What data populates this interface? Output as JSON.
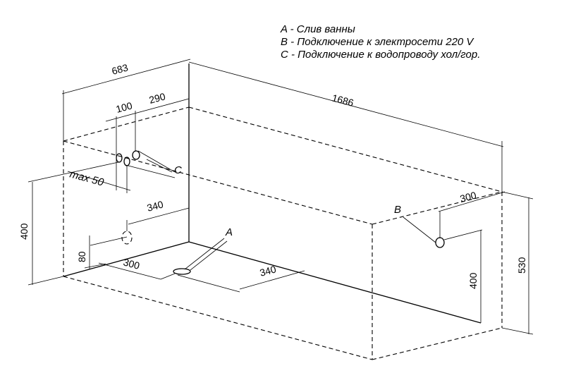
{
  "legend": {
    "a": "A - Слив ванны",
    "b": "B - Подключение к электросети 220 V",
    "c": "C - Подключение к водопроводу хол/гор."
  },
  "dimensions": {
    "width_683": "683",
    "length_1686": "1686",
    "d100": "100",
    "d290": "290",
    "max50": "max 50",
    "d340_top": "340",
    "d400_left": "400",
    "d80": "80",
    "d300_left": "300",
    "d340_bottom": "340",
    "d300_right": "300",
    "d400_right": "400",
    "d530": "530"
  },
  "labels": {
    "a": "A",
    "b": "B",
    "c": "C"
  }
}
